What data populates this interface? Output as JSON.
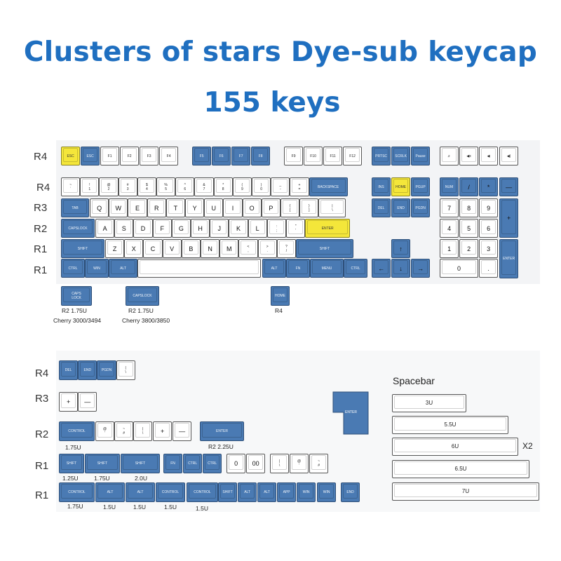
{
  "title": {
    "line1": "Clusters of stars Dye-sub keycap",
    "line2": "155 keys"
  },
  "colors": {
    "title": "#1f6fc0",
    "blue": "#4a7ab3",
    "yellow": "#f4e63a",
    "white": "#ffffff"
  },
  "main": {
    "row_labels": [
      "R4",
      "R4",
      "R3",
      "R2",
      "R1",
      "R1"
    ],
    "rows": [
      [
        {
          "label": "ESC",
          "color": "y"
        },
        {
          "label": "ESC",
          "color": "b"
        },
        {
          "label": "F1",
          "color": "w"
        },
        {
          "label": "F2",
          "color": "w"
        },
        {
          "label": "F3",
          "color": "w"
        },
        {
          "label": "F4",
          "color": "w"
        },
        {
          "label": "F5",
          "color": "b"
        },
        {
          "label": "F6",
          "color": "b"
        },
        {
          "label": "F7",
          "color": "b"
        },
        {
          "label": "F8",
          "color": "b"
        },
        {
          "label": "F9",
          "color": "w"
        },
        {
          "label": "F10",
          "color": "w"
        },
        {
          "label": "F11",
          "color": "w"
        },
        {
          "label": "F12",
          "color": "w"
        },
        {
          "label": "PRTSC",
          "color": "b"
        },
        {
          "label": "SCRLK",
          "color": "b"
        },
        {
          "label": "Pause",
          "color": "b"
        },
        {
          "label": "♬",
          "color": "w"
        },
        {
          "label": "◀x",
          "color": "w"
        },
        {
          "label": "◀",
          "color": "w"
        },
        {
          "label": "◀)",
          "color": "w"
        }
      ],
      [
        {
          "label": "~\n`",
          "color": "w"
        },
        {
          "label": "!\n1",
          "color": "w"
        },
        {
          "label": "@\n2",
          "color": "w"
        },
        {
          "label": "#\n3",
          "color": "w"
        },
        {
          "label": "$\n4",
          "color": "w"
        },
        {
          "label": "%\n5",
          "color": "w"
        },
        {
          "label": "^\n6",
          "color": "w"
        },
        {
          "label": "&\n7",
          "color": "w"
        },
        {
          "label": "*\n8",
          "color": "w"
        },
        {
          "label": "(\n9",
          "color": "w"
        },
        {
          "label": ")\n0",
          "color": "w"
        },
        {
          "label": "_\n-",
          "color": "w"
        },
        {
          "label": "+\n=",
          "color": "w"
        },
        {
          "label": "BACKSPACE",
          "color": "b"
        },
        {
          "label": "INS",
          "color": "b"
        },
        {
          "label": "HOME",
          "color": "y"
        },
        {
          "label": "PGUP",
          "color": "b"
        },
        {
          "label": "NUM",
          "color": "b"
        },
        {
          "label": "/",
          "color": "b"
        },
        {
          "label": "*",
          "color": "b"
        },
        {
          "label": "—",
          "color": "b"
        }
      ],
      [
        {
          "label": "TAB",
          "color": "b"
        },
        {
          "label": "Q",
          "color": "w"
        },
        {
          "label": "W",
          "color": "w"
        },
        {
          "label": "E",
          "color": "w"
        },
        {
          "label": "R",
          "color": "w"
        },
        {
          "label": "T",
          "color": "w"
        },
        {
          "label": "Y",
          "color": "w"
        },
        {
          "label": "U",
          "color": "w"
        },
        {
          "label": "I",
          "color": "w"
        },
        {
          "label": "O",
          "color": "w"
        },
        {
          "label": "P",
          "color": "w"
        },
        {
          "label": "{\n[",
          "color": "w"
        },
        {
          "label": "}\n]",
          "color": "w"
        },
        {
          "label": "|\n\\",
          "color": "w"
        },
        {
          "label": "DEL",
          "color": "b"
        },
        {
          "label": "END",
          "color": "b"
        },
        {
          "label": "PGDN",
          "color": "b"
        },
        {
          "label": "7",
          "color": "w"
        },
        {
          "label": "8",
          "color": "w"
        },
        {
          "label": "9",
          "color": "w"
        },
        {
          "label": "+",
          "color": "b"
        }
      ],
      [
        {
          "label": "CAPSLOCK",
          "color": "b"
        },
        {
          "label": "A",
          "color": "w"
        },
        {
          "label": "S",
          "color": "w"
        },
        {
          "label": "D",
          "color": "w"
        },
        {
          "label": "F",
          "color": "w"
        },
        {
          "label": "G",
          "color": "w"
        },
        {
          "label": "H",
          "color": "w"
        },
        {
          "label": "J",
          "color": "w"
        },
        {
          "label": "K",
          "color": "w"
        },
        {
          "label": "L",
          "color": "w"
        },
        {
          "label": ":\n;",
          "color": "w"
        },
        {
          "label": "\"\n'",
          "color": "w"
        },
        {
          "label": "ENTER",
          "color": "y"
        },
        {
          "label": "4",
          "color": "w"
        },
        {
          "label": "5",
          "color": "w"
        },
        {
          "label": "6",
          "color": "w"
        }
      ],
      [
        {
          "label": "SHIFT",
          "color": "b"
        },
        {
          "label": "Z",
          "color": "w"
        },
        {
          "label": "X",
          "color": "w"
        },
        {
          "label": "C",
          "color": "w"
        },
        {
          "label": "V",
          "color": "w"
        },
        {
          "label": "B",
          "color": "w"
        },
        {
          "label": "N",
          "color": "w"
        },
        {
          "label": "M",
          "color": "w"
        },
        {
          "label": "<\n,",
          "color": "w"
        },
        {
          "label": ">\n.",
          "color": "w"
        },
        {
          "label": "?\n/",
          "color": "w"
        },
        {
          "label": "SHIFT",
          "color": "b"
        },
        {
          "label": "↑",
          "color": "b"
        },
        {
          "label": "1",
          "color": "w"
        },
        {
          "label": "2",
          "color": "w"
        },
        {
          "label": "3",
          "color": "w"
        },
        {
          "label": "ENTER",
          "color": "b"
        }
      ],
      [
        {
          "label": "CTRL",
          "color": "b"
        },
        {
          "label": "WIN",
          "color": "b"
        },
        {
          "label": "ALT",
          "color": "b"
        },
        {
          "label": "",
          "color": "w"
        },
        {
          "label": "ALT",
          "color": "b"
        },
        {
          "label": "FN",
          "color": "b"
        },
        {
          "label": "MENU",
          "color": "b"
        },
        {
          "label": "CTRL",
          "color": "b"
        },
        {
          "label": "←",
          "color": "b"
        },
        {
          "label": "↓",
          "color": "b"
        },
        {
          "label": "→",
          "color": "b"
        },
        {
          "label": "0",
          "color": "w"
        },
        {
          "label": ".",
          "color": "w"
        }
      ]
    ],
    "extras": [
      {
        "label": "CAPS\nLOCK",
        "color": "b",
        "note1": "R2 1.75U",
        "note2": "Cherry 3000/3494"
      },
      {
        "label": "CAPSLOCK",
        "color": "b",
        "note1": "R2 1.75U",
        "note2": "Cherry 3800/3850"
      },
      {
        "label": "HOME",
        "color": "b",
        "note1": "R4",
        "note2": ""
      }
    ]
  },
  "extra_set": {
    "row_labels": [
      "R4",
      "R3",
      "R2",
      "R1",
      "R1"
    ],
    "r4": [
      {
        "label": "DEL",
        "color": "b"
      },
      {
        "label": "END",
        "color": "b"
      },
      {
        "label": "PGDN",
        "color": "b"
      },
      {
        "label": "|\n\\",
        "color": "w"
      }
    ],
    "r3": [
      {
        "label": "+",
        "color": "w"
      },
      {
        "label": "—",
        "color": "w"
      }
    ],
    "r2": [
      {
        "label": "CONTROL",
        "color": "b"
      },
      {
        "label": "@\n'",
        "color": "w"
      },
      {
        "label": "~\n#",
        "color": "w"
      },
      {
        "label": "|\n\\",
        "color": "w"
      },
      {
        "label": "+",
        "color": "w"
      },
      {
        "label": "—",
        "color": "w"
      },
      {
        "label": "ENTER",
        "color": "b"
      }
    ],
    "r2_notes": [
      "1.75U",
      "R2  2.25U"
    ],
    "r1a": [
      {
        "label": "SHIFT",
        "color": "b"
      },
      {
        "label": "SHIFT",
        "color": "b"
      },
      {
        "label": "SHIFT",
        "color": "b"
      },
      {
        "label": "FN",
        "color": "b"
      },
      {
        "label": "CTRL",
        "color": "b"
      },
      {
        "label": "CTRL",
        "color": "b"
      },
      {
        "label": "0",
        "color": "w"
      },
      {
        "label": "00",
        "color": "w"
      },
      {
        "label": "|\n\\",
        "color": "w"
      },
      {
        "label": "@\n'",
        "color": "w"
      },
      {
        "label": "~\n#",
        "color": "w"
      }
    ],
    "r1a_notes": [
      "1.25U",
      "1.75U",
      "2.0U"
    ],
    "r1b": [
      {
        "label": "CONTROL",
        "color": "b"
      },
      {
        "label": "ALT",
        "color": "b"
      },
      {
        "label": "ALT",
        "color": "b"
      },
      {
        "label": "CONTROL",
        "color": "b"
      },
      {
        "label": "CONTROL",
        "color": "b"
      },
      {
        "label": "SHIFT",
        "color": "b"
      },
      {
        "label": "ALT",
        "color": "b"
      },
      {
        "label": "ALT",
        "color": "b"
      },
      {
        "label": "APP",
        "color": "b"
      },
      {
        "label": "WIN",
        "color": "b"
      },
      {
        "label": "WIN",
        "color": "b"
      },
      {
        "label": "END",
        "color": "b"
      }
    ],
    "r1b_notes": [
      "1.75U",
      "1.5U",
      "1.5U",
      "1.5U",
      "1.5U"
    ],
    "iso_enter": "ENTER"
  },
  "spacebar": {
    "title": "Spacebar",
    "bars": [
      "3U",
      "5.5U",
      "6U",
      "6.5U",
      "7U"
    ],
    "multiplier": "X2"
  }
}
